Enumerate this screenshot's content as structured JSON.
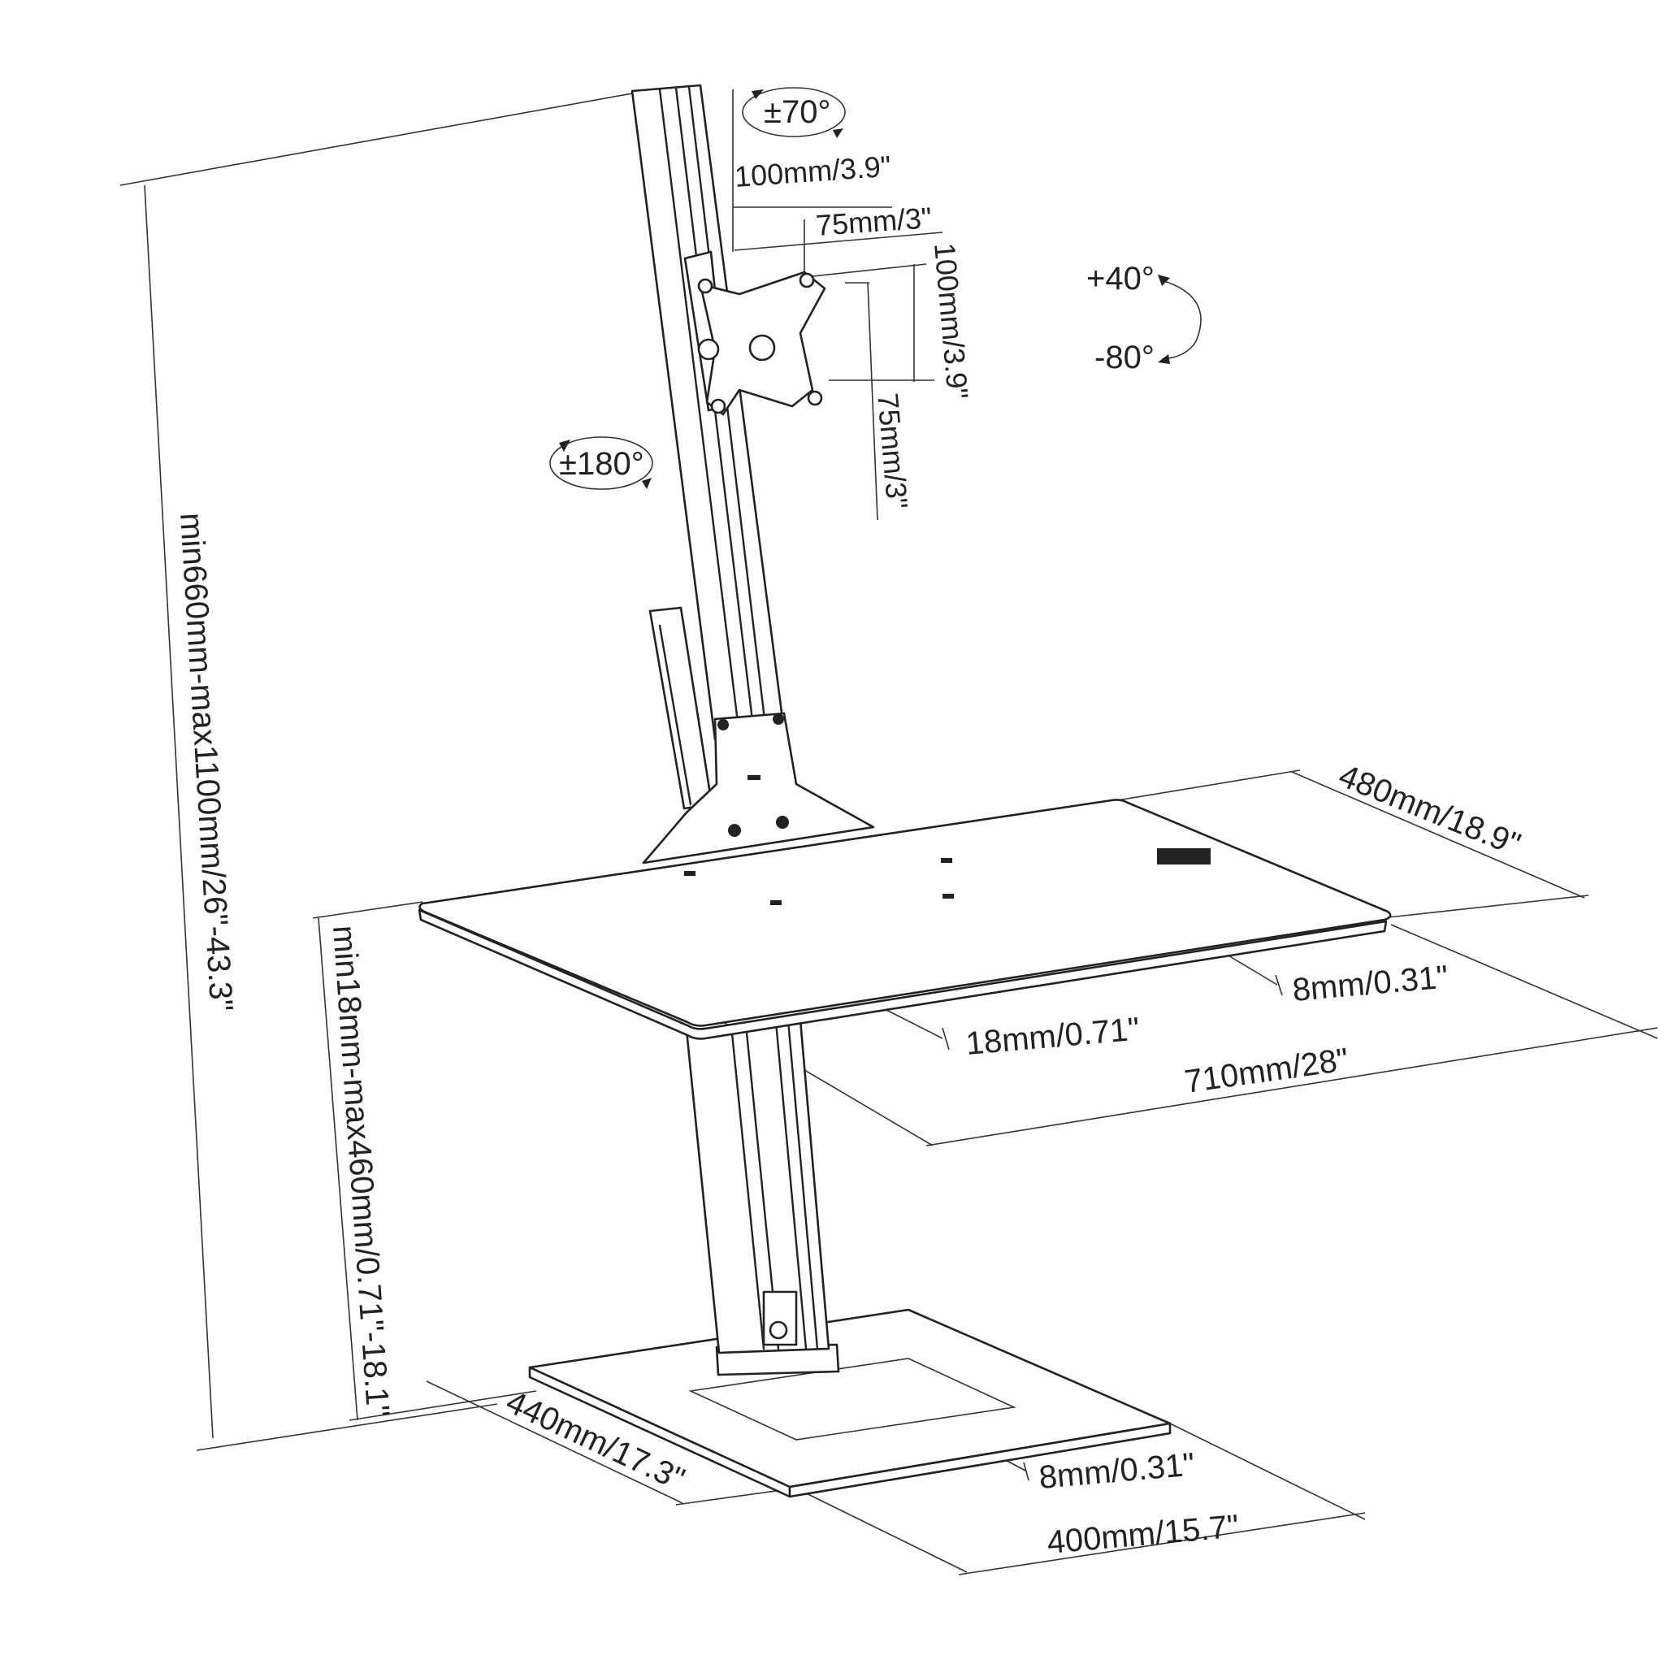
{
  "labels": {
    "tilt_top": "±70°",
    "swivel": "±180°",
    "vesa_h100": "100mm/3.9\"",
    "vesa_h75": "75mm/3\"",
    "vesa_v100": "100mm/3.9\"",
    "vesa_v75": "75mm/3\"",
    "tilt_up": "+40°",
    "tilt_down": "-80°",
    "total_height": "min660mm-max1100mm/26\"-43.3\"",
    "desk_height": "min18mm-max460mm/0.71\"-18.1\"",
    "desk_depth": "480mm/18.9\"",
    "desk_width": "710mm/28\"",
    "desk_thickness": "18mm/0.71\"",
    "desk_edge": "8mm/0.31\"",
    "base_depth": "440mm/17.3\"",
    "base_width": "400mm/15.7\"",
    "base_thickness": "8mm/0.31\""
  }
}
